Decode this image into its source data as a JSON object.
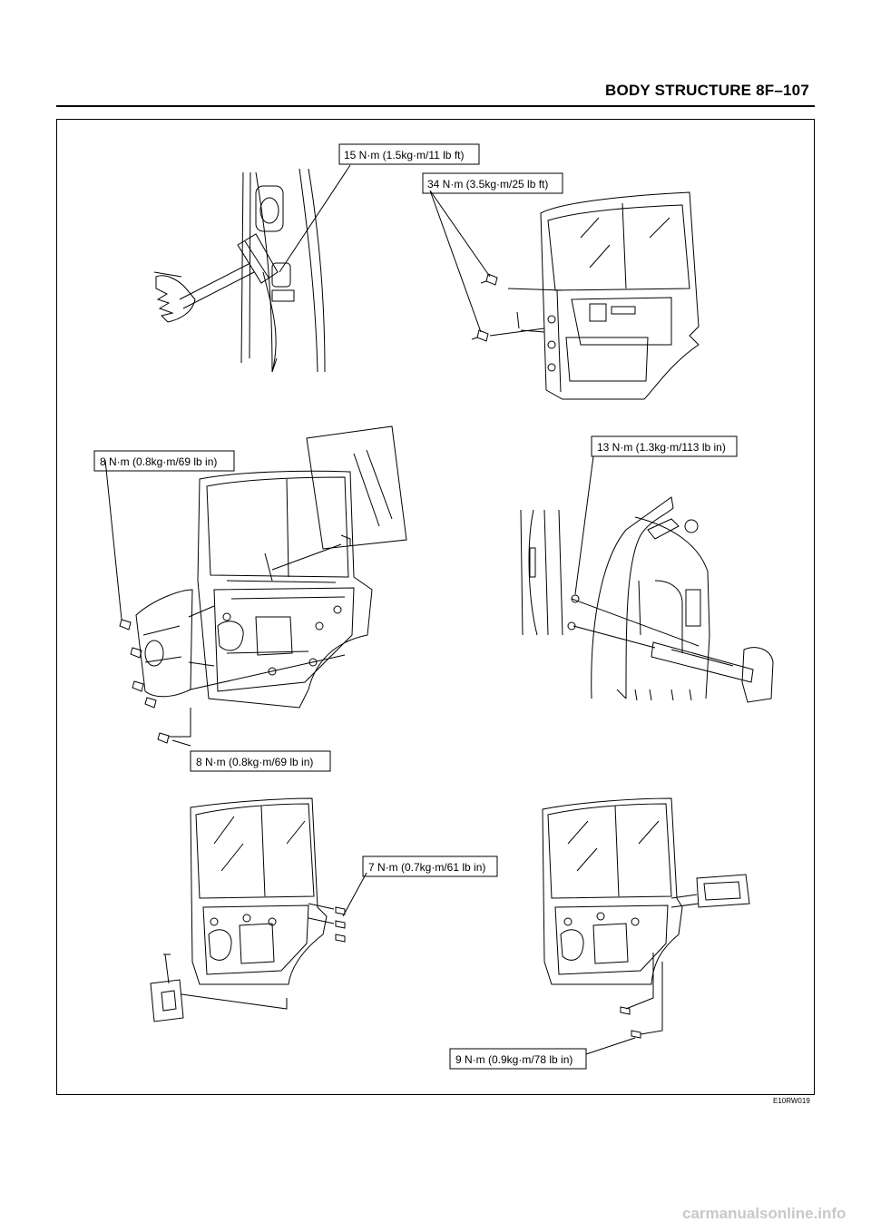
{
  "header": {
    "title": "BODY STRUCTURE   8F–107"
  },
  "figure": {
    "code": "E10RW019",
    "torque_labels": {
      "top_hinge": "15 N·m (1.5kg·m/11 lb ft)",
      "top_door_bolts": "34 N·m (3.5kg·m/25 lb ft)",
      "mid_left_upper": "8 N·m (0.8kg·m/69 lb in)",
      "mid_right": "13 N·m (1.3kg·m/113 lb in)",
      "mid_left_lower": "8 N·m (0.8kg·m/69 lb in)",
      "lower_middle": "7 N·m (0.7kg·m/61 lb in)",
      "lower_right": "9 N·m (0.9kg·m/78 lb in)"
    }
  },
  "footer": {
    "watermark": "carmanualsonline.info"
  }
}
